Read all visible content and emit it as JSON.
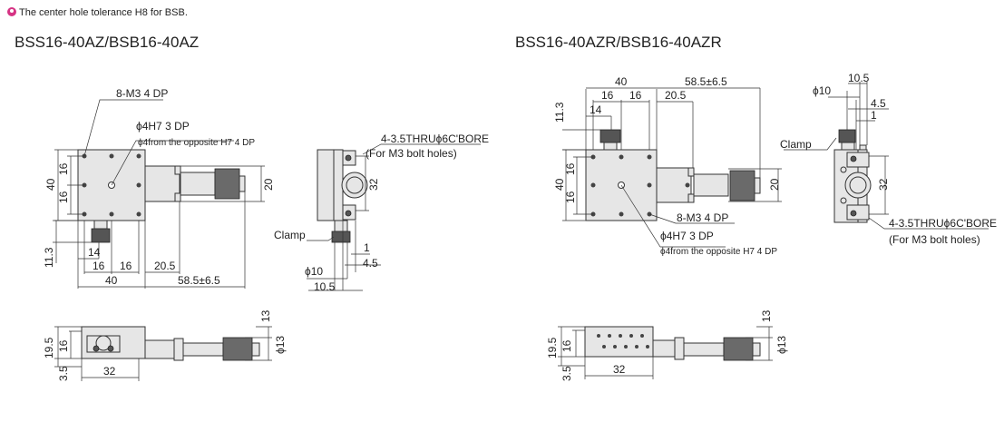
{
  "note": {
    "icon": "tolerance-note-icon",
    "text": "The center hole tolerance H8 for BSB.",
    "icon_color": "#d63384"
  },
  "left": {
    "title": "BSS16-40AZ/BSB16-40AZ",
    "labels": {
      "tap": "8-M3 4 DP",
      "pin": "ϕ4H7 3 DP",
      "pin_opp": "ϕ4from the opposite H7 4 DP",
      "bore": "4-3.5THRUϕ6C'BORE",
      "bore_note": "(For M3 bolt holes)",
      "clamp": "Clamp"
    },
    "dims": {
      "h40": "40",
      "h16a": "16",
      "h16b": "16",
      "h11_3": "11.3",
      "w14": "14",
      "w16a": "16",
      "w16b": "16",
      "w20_5": "20.5",
      "w40": "40",
      "w58_5": "58.5±6.5",
      "v20": "20",
      "v32": "32",
      "s1": "1",
      "s4_5": "4.5",
      "phi10": "ϕ10",
      "s10_5": "10.5",
      "b13": "13",
      "bphi13": "ϕ13",
      "b19_5": "19.5",
      "b16": "16",
      "b3_5": "3.5",
      "b32": "32"
    }
  },
  "right": {
    "title": "BSS16-40AZR/BSB16-40AZR",
    "labels": {
      "tap": "8-M3 4 DP",
      "pin": "ϕ4H7 3 DP",
      "pin_opp": "ϕ4from the opposite H7 4 DP",
      "bore": "4-3.5THRUϕ6C'BORE",
      "bore_note": "(For M3 bolt holes)",
      "clamp": "Clamp"
    },
    "dims": {
      "h40": "40",
      "h16a": "16",
      "h16b": "16",
      "h11_3": "11.3",
      "w14": "14",
      "w16a": "16",
      "w16b": "16",
      "w20_5": "20.5",
      "w40": "40",
      "w58_5": "58.5±6.5",
      "v20": "20",
      "v32": "32",
      "s1": "1",
      "s4_5": "4.5",
      "phi10": "ϕ10",
      "s10_5": "10.5",
      "b13": "13",
      "bphi13": "ϕ13",
      "b19_5": "19.5",
      "b16": "16",
      "b3_5": "3.5",
      "b32": "32"
    }
  }
}
